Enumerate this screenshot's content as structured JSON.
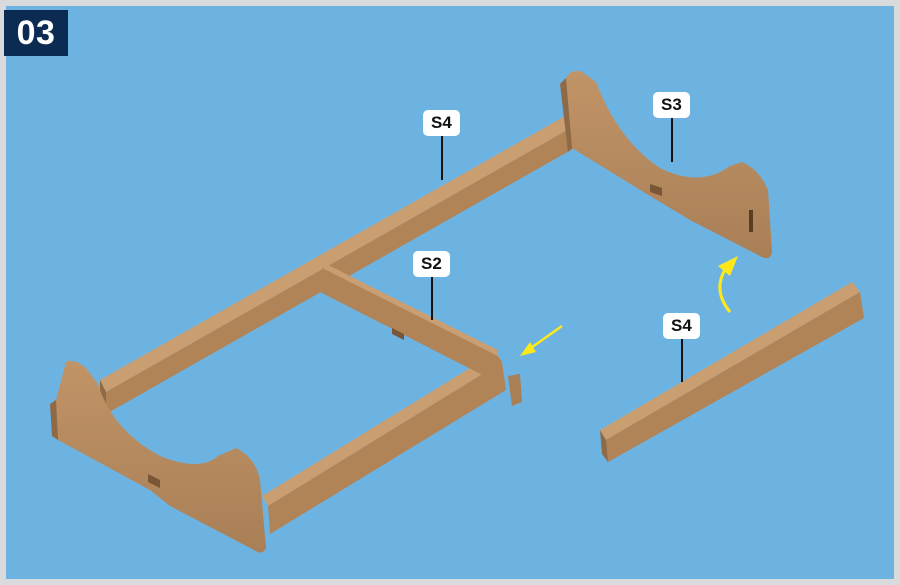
{
  "step": {
    "number": "03"
  },
  "parts": {
    "back_left_rail": {
      "label": "S4"
    },
    "right_end_frame": {
      "label": "S3"
    },
    "cross_brace": {
      "label": "S2"
    },
    "loose_rail": {
      "label": "S4"
    }
  },
  "colors": {
    "background": "#6db3e2",
    "frame": "#d9dadc",
    "badge": "#0b2b53",
    "wood_face": "#b68a5f",
    "wood_top": "#c99f72",
    "wood_edge": "#8f6a45",
    "arrow": "#ffe81a"
  }
}
